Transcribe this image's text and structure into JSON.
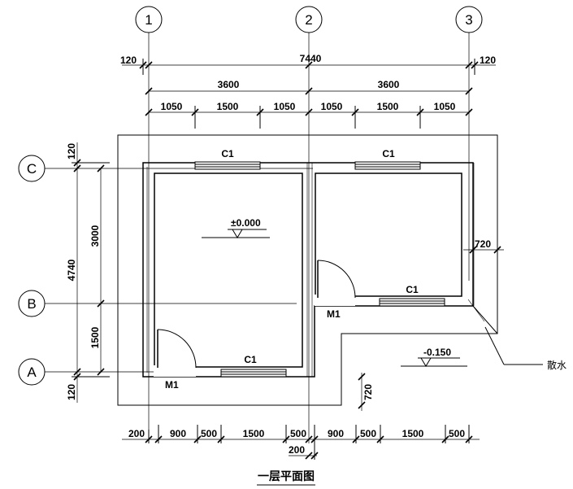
{
  "drawing": {
    "title": "一层平面图",
    "axes": {
      "vertical": [
        "1",
        "2",
        "3"
      ],
      "horizontal": [
        "C",
        "B",
        "A"
      ]
    },
    "dims": {
      "top_overall": "7440",
      "top_left_offset": "120",
      "top_right_offset": "120",
      "top_bays": [
        "3600",
        "3600"
      ],
      "top_details": [
        "1050",
        "1500",
        "1050",
        "1050",
        "1500",
        "1050"
      ],
      "left_overall": "4740",
      "left_top_offset": "120",
      "left_bottom_offset": "120",
      "left_bays": [
        "3000",
        "1500"
      ],
      "bottom_details": [
        "200",
        "900",
        "500",
        "1500",
        "500",
        "900",
        "500",
        "1500",
        "500"
      ],
      "bottom_extra": "200",
      "apron_right": "720",
      "apron_bottom": "720"
    },
    "labels": {
      "window": "C1",
      "door": "M1",
      "elev_floor": "±0.000",
      "elev_ground": "-0.150",
      "apron_note": "散水"
    }
  }
}
